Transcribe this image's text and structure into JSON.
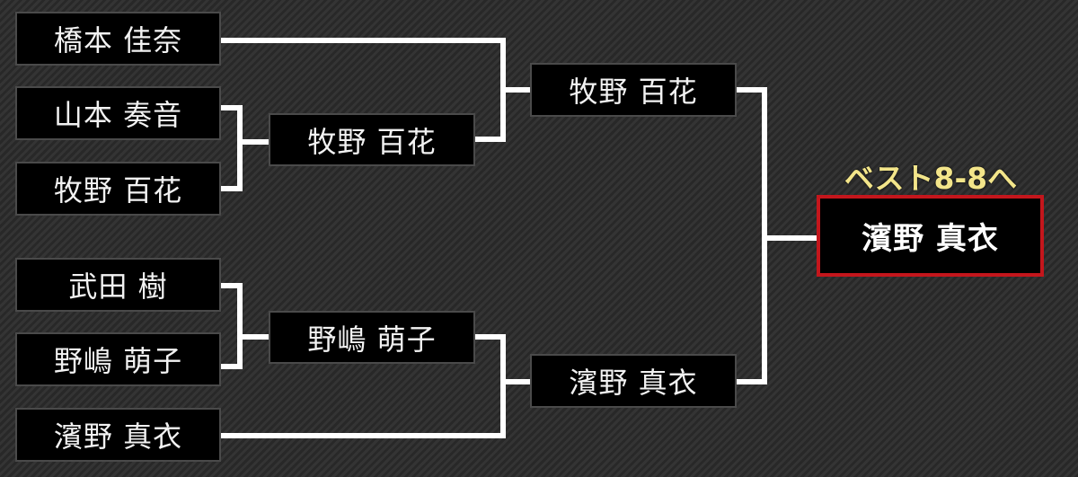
{
  "round1": [
    {
      "name": "橋本 佳奈"
    },
    {
      "name": "山本 奏音"
    },
    {
      "name": "牧野 百花"
    },
    {
      "name": "武田 樹"
    },
    {
      "name": "野嶋 萌子"
    },
    {
      "name": "濱野 真衣"
    }
  ],
  "round2": [
    {
      "name": "牧野 百花"
    },
    {
      "name": "野嶋 萌子"
    }
  ],
  "round3": [
    {
      "name": "牧野 百花"
    },
    {
      "name": "濱野 真衣"
    }
  ],
  "final": {
    "caption": "ベスト8-8へ",
    "winner": "濱野 真衣"
  },
  "colors": {
    "line": "#ffffff",
    "box_bg": "#000000",
    "box_border": "#4a4a4a",
    "winner_border": "#c4161c",
    "caption": "#f3e58a"
  }
}
